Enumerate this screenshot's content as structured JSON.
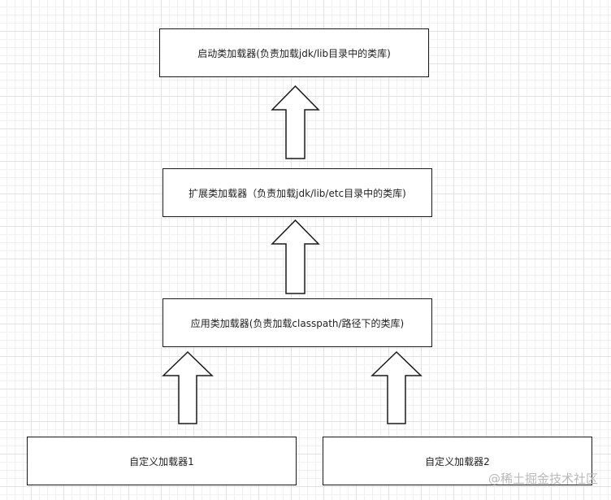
{
  "diagram": {
    "nodes": {
      "bootstrap": "启动类加载器(负责加载jdk/lib目录中的类库)",
      "extension": "扩展类加载器（负责加载jdk/lib/etc目录中的类库)",
      "application": "应用类加载器(负责加载classpath/路径下的类库)",
      "custom1": "自定义加载器1",
      "custom2": "自定义加载器2"
    },
    "edges": [
      {
        "from": "extension",
        "to": "bootstrap"
      },
      {
        "from": "application",
        "to": "extension"
      },
      {
        "from": "custom1",
        "to": "application"
      },
      {
        "from": "custom2",
        "to": "application"
      }
    ]
  },
  "watermark": "@稀土掘金技术社区",
  "colors": {
    "border": "#1a1a1a",
    "grid": "#e2e2e2",
    "watermark": "#b9b9b9"
  }
}
